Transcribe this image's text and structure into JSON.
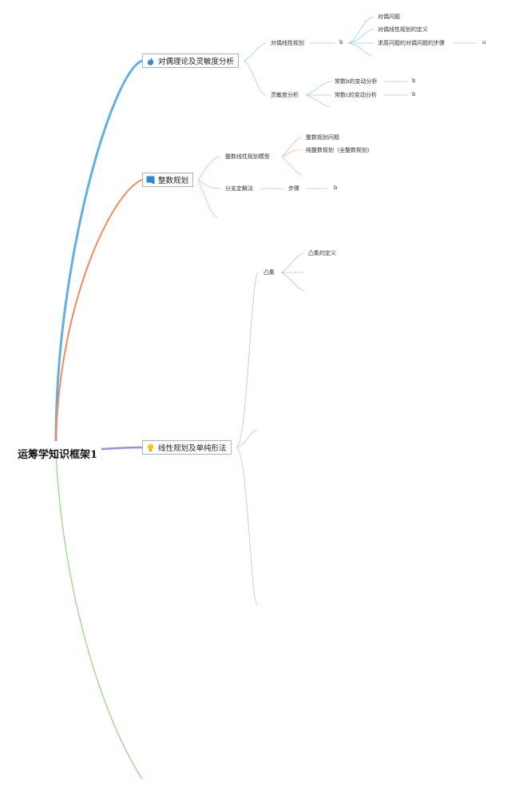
{
  "root": {
    "label": "运筹学知识框架1"
  },
  "colors": {
    "duality": "#62b0e3",
    "integer": "#f08b5e",
    "linear": "#a48be0",
    "extra": "#8fd480",
    "duality_sub": "#9fcdee",
    "integer_sub": "#f7b79a",
    "linear_sub": "#c6b6ee"
  },
  "icons": {
    "duality": "fire-icon",
    "integer": "flag-icon",
    "linear": "lightbulb-icon"
  },
  "branches": {
    "duality": {
      "label": "对偶理论及灵敏度分析",
      "dual_lp": {
        "label": "对偶线性规划",
        "mid": "b",
        "items": [
          "对偶问题",
          "对偶线性规划的定义",
          "求原问题的对偶问题的步骤"
        ],
        "tail": "u"
      },
      "sensitivity": {
        "label": "灵敏度分析",
        "items": [
          "常数b的变动分析",
          "常数c的变动分析"
        ],
        "tails": [
          "b",
          "b"
        ]
      }
    },
    "integer": {
      "label": "整数规划",
      "model": {
        "label": "整数线性规划模型",
        "items": [
          "整数规划问题",
          "纯整数规划（全整数规划）"
        ]
      },
      "bnb": {
        "label": "分支定解法",
        "step": "步骤",
        "tail": "b"
      }
    },
    "linear": {
      "label": "线性规划及单纯形法",
      "convex": {
        "label": "凸集",
        "items": [
          "凸集的定义"
        ]
      }
    }
  }
}
